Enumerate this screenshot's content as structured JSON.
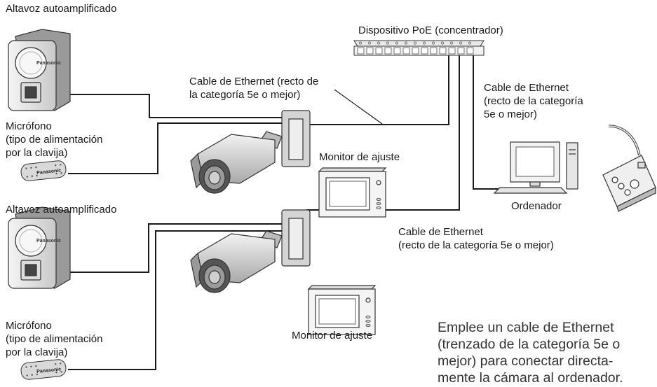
{
  "labels": {
    "speaker_top": "Altavoz autoamplificado",
    "speaker_bottom": "Altavoz autoamplificado",
    "poe_device": "Dispositivo PoE (concentrador)",
    "ethernet_top": [
      "Cable de Ethernet (recto de",
      "la categoría 5e o mejor)"
    ],
    "ethernet_right": [
      "Cable de Ethernet",
      "(recto de la categoría",
      "5e o mejor)"
    ],
    "ethernet_mid": [
      "Cable de Ethernet",
      "(recto de la categoría 5e o mejor)"
    ],
    "mic_top": [
      "Micrófono",
      "(tipo de alimentación",
      "por la clavija)"
    ],
    "mic_bottom": [
      "Micrófono",
      "(tipo de alimentación",
      "por la clavija)"
    ],
    "monitor_top": "Monitor de ajuste",
    "monitor_bottom": "Monitor de ajuste",
    "computer": "Ordenador"
  },
  "note": [
    "Emplee un cable de Ethernet",
    "(trenzado de la categoría 5e o",
    "mejor) para conectar directa-",
    "mente la cámara al ordenador."
  ],
  "brand": "Panasonic",
  "colors": {
    "line": "#1a1a1a",
    "device_fill": "#e6e6e6",
    "device_dark": "#8c8c8c"
  },
  "icons": [
    "speaker-icon",
    "microphone-icon",
    "camera-icon",
    "monitor-icon",
    "poe-hub-icon",
    "computer-icon",
    "desk-microphone-icon"
  ]
}
